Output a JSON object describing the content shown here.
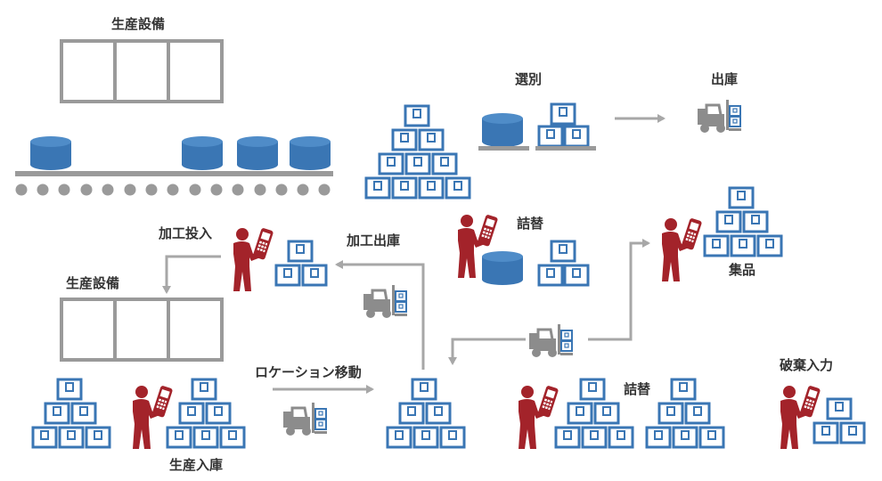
{
  "colors": {
    "box_blue": "#3a76b4",
    "box_face": "#ffffff",
    "worker_red": "#a3232a",
    "machine_gray": "#9a9a9a",
    "arrow_gray": "#a7a7a7",
    "forklift_gray": "#8c8c8c",
    "text": "#333333"
  },
  "labels": {
    "production_top": "生産設備",
    "sorting": "選別",
    "shipping": "出庫",
    "processing_input": "加工投入",
    "processing_output": "加工出庫",
    "repack_mid": "詰替",
    "collection": "集品",
    "production_mid": "生産設備",
    "location_move": "ロケーション移動",
    "production_receiving": "生産入庫",
    "repack_bottom": "詰替",
    "disposal_input": "破棄入力"
  },
  "icons": [
    "box-icon",
    "drum-icon",
    "forklift-icon",
    "worker-with-scanner-icon",
    "conveyor-roller-icon",
    "arrow-icon"
  ]
}
